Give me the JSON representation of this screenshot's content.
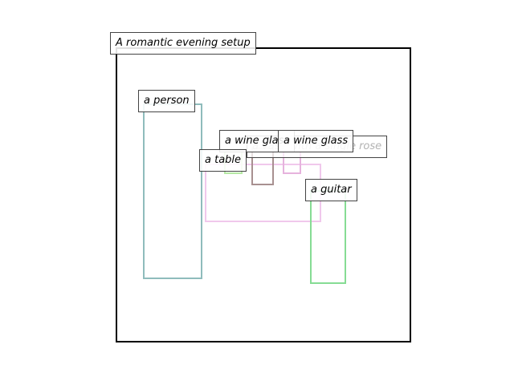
{
  "title": "A romantic evening setup",
  "objects": [
    {
      "id": "table",
      "label": "a table",
      "color": "#f0c8ec"
    },
    {
      "id": "person",
      "label": "a person",
      "color": "#8fbcbc"
    },
    {
      "id": "glass1",
      "label": "a wine glass",
      "color": "#b5e8a4"
    },
    {
      "id": "vase",
      "label": "a vase with a single rose",
      "color": "#a89090"
    },
    {
      "id": "glass2",
      "label": "a wine glass",
      "color": "#e6b3dd"
    },
    {
      "id": "guitar",
      "label": "a guitar",
      "color": "#86dc94"
    }
  ]
}
